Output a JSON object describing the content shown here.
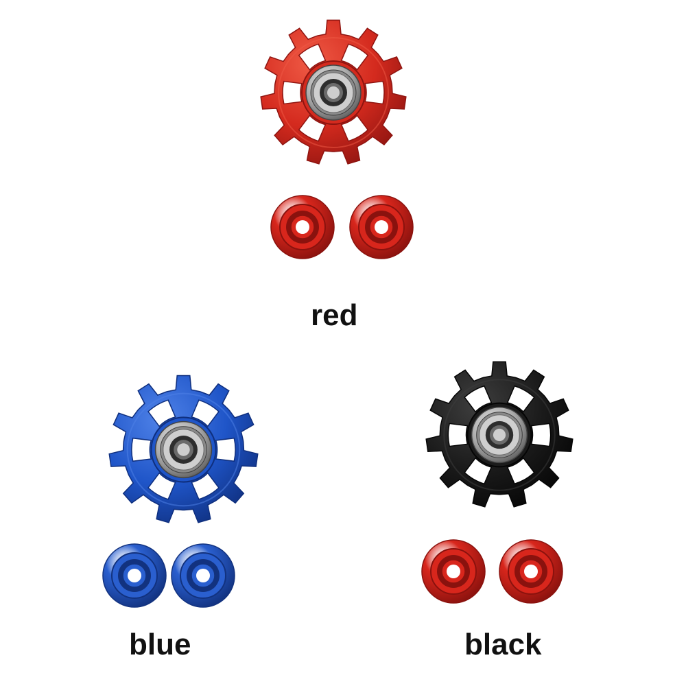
{
  "variants": [
    {
      "id": "red",
      "label": "red",
      "pulley_color": "#d42a1e",
      "pulley_highlight": "#ef5a45",
      "pulley_shadow": "#8e1410",
      "washer_color": "#d8261c",
      "washer_shadow": "#8a120e",
      "teeth": 11
    },
    {
      "id": "blue",
      "label": "blue",
      "pulley_color": "#1f55c8",
      "pulley_highlight": "#4f82e8",
      "pulley_shadow": "#0f2f7e",
      "washer_color": "#2a5fcf",
      "washer_shadow": "#12327f",
      "teeth": 11
    },
    {
      "id": "black",
      "label": "black",
      "pulley_color": "#1b1b1b",
      "pulley_highlight": "#3e3e3e",
      "pulley_shadow": "#050505",
      "washer_color": "#d8261c",
      "washer_shadow": "#8a120e",
      "teeth": 11
    }
  ],
  "icons": {
    "pulley": "jockey-wheel-icon",
    "washer": "spacer-washer-icon",
    "bearing": "sealed-bearing-icon"
  }
}
